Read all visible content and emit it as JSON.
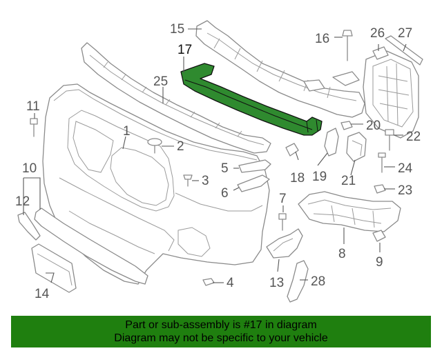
{
  "diagram": {
    "callouts": [
      "1",
      "2",
      "3",
      "4",
      "5",
      "6",
      "7",
      "8",
      "9",
      "10",
      "11",
      "12",
      "13",
      "14",
      "15",
      "16",
      "17",
      "18",
      "19",
      "20",
      "21",
      "22",
      "23",
      "24",
      "25",
      "26",
      "27",
      "28"
    ],
    "highlighted_part": "17",
    "highlight_color": "#2f8a2f"
  },
  "banner": {
    "line1": "Part or sub-assembly is #17 in diagram",
    "line2": "Diagram may not be specific to your vehicle",
    "background": "#1f7f0f"
  }
}
